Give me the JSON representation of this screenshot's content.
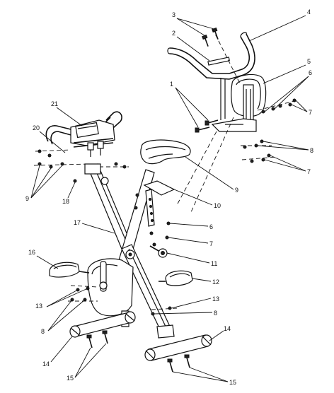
{
  "diagram": {
    "callouts": {
      "n1": "1",
      "n2": "2",
      "n3": "3",
      "n4": "4",
      "n5": "5",
      "n6a": "6",
      "n6b": "6",
      "n7a": "7",
      "n7b": "7",
      "n7c": "7",
      "n8a": "8",
      "n8b": "8",
      "n8c": "8",
      "n9a": "9",
      "n9b": "9",
      "n10": "10",
      "n11": "11",
      "n12": "12",
      "n13a": "13",
      "n13b": "13",
      "n14a": "14",
      "n14b": "14",
      "n15a": "15",
      "n15b": "15",
      "n16": "16",
      "n17": "17",
      "n18": "18",
      "n20": "20",
      "n21": "21"
    }
  }
}
